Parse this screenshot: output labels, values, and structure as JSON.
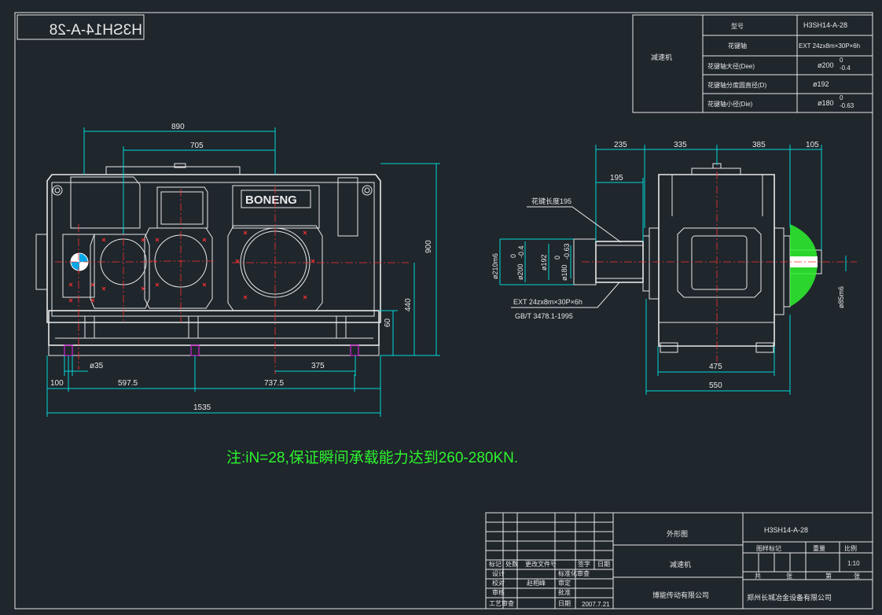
{
  "model_mirrored": "H3SH14-A-28",
  "brand": "BONENG",
  "colors": {
    "background": "#1f262c",
    "lines": "#e8e8e8",
    "cyan": "#00d8d8",
    "centerline": "#ff3030",
    "note": "#2ef52e",
    "bolt": "#d020d0"
  },
  "spec_table": {
    "title": "减速机",
    "rows": [
      {
        "label": "型号",
        "value": "H3SH14-A-28"
      },
      {
        "label": "花键轴",
        "value": "EXT 24zx8m×30P×6h"
      },
      {
        "label": "花键轴大径(Dee)",
        "value": "ø200",
        "tol_up": "0",
        "tol_low": "-0.4"
      },
      {
        "label": "花键轴分度圆直径(D)",
        "value": "ø192"
      },
      {
        "label": "花键轴小径(Die)",
        "value": "ø180",
        "tol_up": "0",
        "tol_low": "-0.63"
      }
    ]
  },
  "front_view": {
    "dims": {
      "d890": "890",
      "d705": "705",
      "d900": "900",
      "d440": "440",
      "d60": "60",
      "d35": "ø35",
      "d375": "375",
      "d100": "100",
      "d597": "597.5",
      "d737": "737.5",
      "d1535": "1535"
    }
  },
  "side_view": {
    "dims": {
      "d235": "235",
      "d335": "335",
      "d385": "385",
      "d105": "105",
      "d195": "195",
      "d475": "475",
      "d550": "550"
    },
    "spline_length": "花键长度195",
    "dia_210": "ø210m6",
    "dia_200": "ø200",
    "dia_200_up": "0",
    "dia_200_low": "-0.4",
    "dia_192": "ø192",
    "dia_180": "ø180",
    "dia_180_up": "0",
    "dia_180_low": "-0.63",
    "dia_85": "ø85m6",
    "spline_spec": "EXT 24zx8m×30P×6h",
    "standard": "GB/T 3478.1-1995"
  },
  "note": "注:iN=28,保证瞬间承载能力达到260-280KN.",
  "title_block": {
    "drawing_name": "外形图",
    "product": "减速机",
    "drawing_no": "H3SH14-A-28",
    "company": "博能传动有限公司",
    "client": "郑州长城冶金设备有限公司",
    "stage_label": "图样标记",
    "weight_label": "重量",
    "scale_label": "比例",
    "scale_value": "1:10",
    "total_label": "共",
    "sheets_label": "张",
    "page_label": "第",
    "page_sheet_label": "张",
    "rev_headers": [
      "标记",
      "处数",
      "更改文件号",
      "签字",
      "日期"
    ],
    "roles": [
      "设计",
      "校对",
      "审核",
      "工艺审查"
    ],
    "role_right": [
      "标准化审查",
      "审定",
      "批准",
      "日期"
    ],
    "approver": "赵相峰",
    "date": "2007.7.21"
  }
}
